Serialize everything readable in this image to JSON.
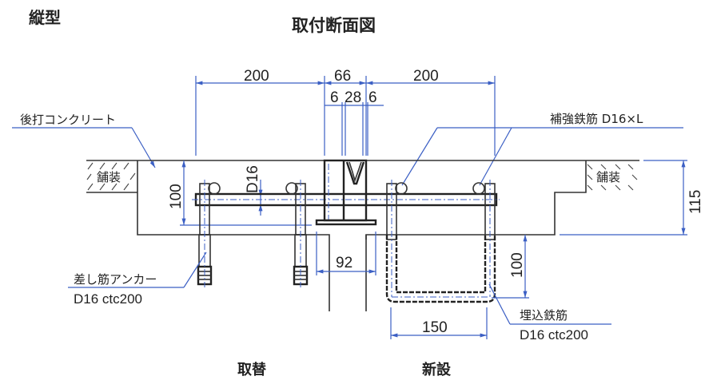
{
  "header": {
    "type_label": "縦型",
    "title": "取付断面図"
  },
  "dimensions": {
    "top_left_width": "200",
    "top_center_width": "66",
    "top_right_width": "200",
    "sub_left": "6",
    "sub_center": "28",
    "sub_right": "6",
    "left_depth": "100",
    "bar_diameter": "D16",
    "right_depth": "115",
    "gap_width": "92",
    "embed_depth": "100",
    "embed_width": "150"
  },
  "callouts": {
    "post_concrete": "後打コンクリート",
    "reinforcing_bar": "補強鉄筋 D16×L",
    "pavement_left": "舗装",
    "pavement_right": "舗装",
    "anchor_line1": "差し筋アンカー",
    "anchor_line2": "D16 ctc200",
    "embedded_line1": "埋込鉄筋",
    "embedded_line2": "D16 ctc200"
  },
  "footer": {
    "left_label": "取替",
    "right_label": "新設"
  },
  "colors": {
    "dimension_line": "#3b5fc4",
    "outline": "#333333"
  }
}
